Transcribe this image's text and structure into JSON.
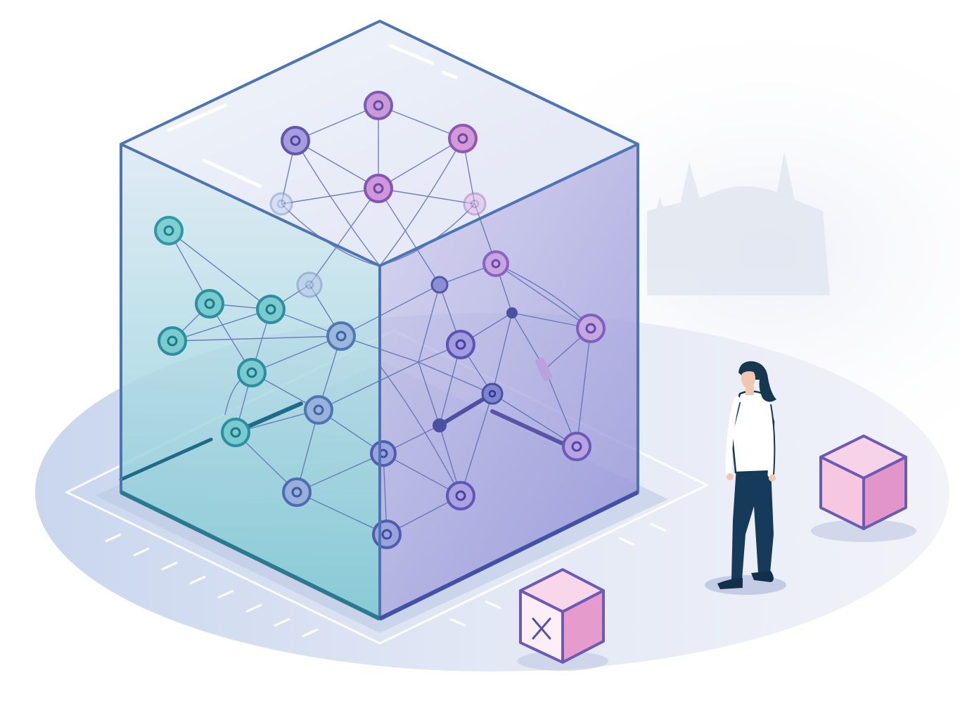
{
  "illustration": {
    "subject": "isometric-glass-cube-network",
    "colors": {
      "background": "#ffffff",
      "ground": "#dfe6f3",
      "ground_edge": "#c9d3ea",
      "cube_edge": "#4d74b3",
      "cube_fill_teal": "#8fd3d8",
      "cube_fill_purple": "#a79bd9",
      "node_teal": "#3fa9b5",
      "node_blue": "#5b7fc4",
      "node_purple": "#8a6cc8",
      "node_pink": "#c27ccd",
      "edge_line": "#5a6aa8",
      "person_pants": "#163a59",
      "person_shirt": "#ffffff",
      "person_hair": "#173650",
      "box_pink_light": "#f2c6df",
      "box_pink_dark": "#dd92c4",
      "box_outline": "#6a5bb5",
      "trees": "#dfe5f0"
    },
    "elements": {
      "cube": "glass-cube",
      "person": "standing-person",
      "box_large": "pink-box",
      "box_small": "pink-box-with-x",
      "trees": "background-trees"
    }
  }
}
